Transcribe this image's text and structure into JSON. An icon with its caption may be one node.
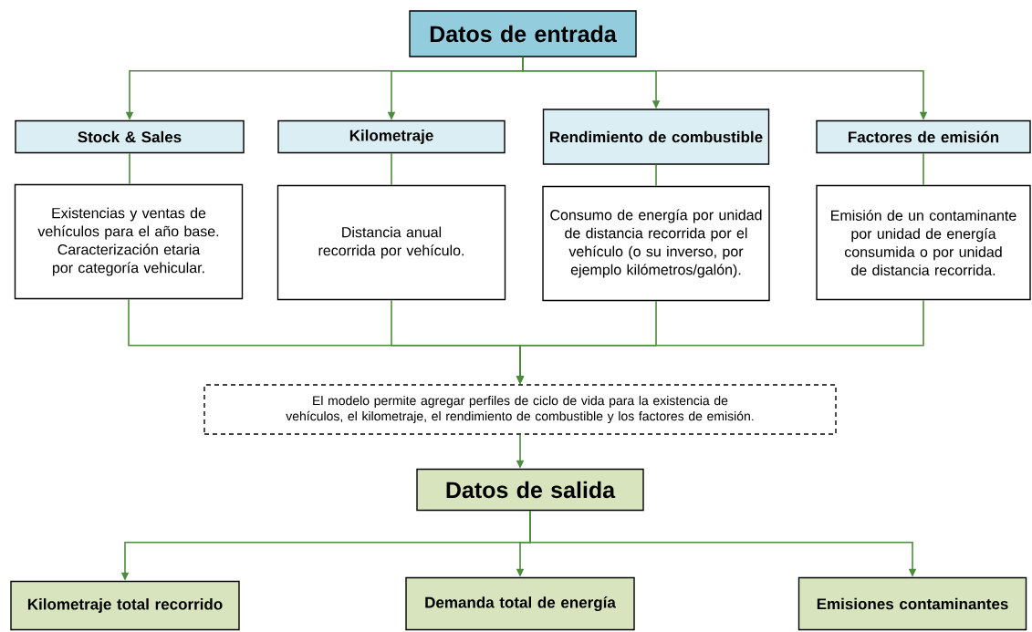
{
  "diagram": {
    "nodes": [
      {
        "text": [
          "Datos de entrada"
        ]
      },
      {
        "text": [
          "Stock & Sales"
        ]
      },
      {
        "text": [
          "Kilometraje"
        ]
      },
      {
        "text": [
          "Rendimiento de combustible"
        ]
      },
      {
        "text": [
          "Factores de emisión"
        ]
      },
      {
        "text": [
          "Existencias y ventas de vehículos para el año base. Caracterización etaria por categoría vehicular."
        ]
      },
      {
        "text": [
          "Distancia anual recorrida por vehículo."
        ]
      },
      {
        "text": [
          "Consumo de energía por unidad de distancia recorrida por el vehículo (o su inverso, por ejemplo kilómetros/galón)."
        ]
      },
      {
        "text": [
          "Emisión de un contaminante por unidad de energía consumida o por unidad de distancia recorrida."
        ]
      },
      {
        "text": [
          "El modelo permite agregar perfiles de ciclo de vida para la existencia de vehículos, el kilometraje, el rendimiento de combustible y los factores de emisión."
        ]
      },
      {
        "text": [
          "Datos de salida"
        ]
      },
      {
        "text": [
          "Kilometraje total recorrido"
        ]
      },
      {
        "text": [
          "Demanda total de energía"
        ]
      },
      {
        "text": [
          "Emisiones contaminantes"
        ]
      }
    ],
    "edges": [
      {
        "from": 0,
        "to": 1,
        "arrow": "to"
      },
      {
        "from": 0,
        "to": 2,
        "arrow": "to"
      },
      {
        "from": 0,
        "to": 3,
        "arrow": "to"
      },
      {
        "from": 0,
        "to": 4,
        "arrow": "to"
      },
      {
        "from": 1,
        "to": 5,
        "arrow": "none"
      },
      {
        "from": 2,
        "to": 6,
        "arrow": "none"
      },
      {
        "from": 3,
        "to": 7,
        "arrow": "none"
      },
      {
        "from": 4,
        "to": 8,
        "arrow": "none"
      },
      {
        "from": 5,
        "to": 9,
        "arrow": "to"
      },
      {
        "from": 6,
        "to": 9,
        "arrow": "to"
      },
      {
        "from": 7,
        "to": 9,
        "arrow": "to"
      },
      {
        "from": 8,
        "to": 9,
        "arrow": "to"
      },
      {
        "from": 9,
        "to": 10,
        "arrow": "to"
      },
      {
        "from": 10,
        "to": 11,
        "arrow": "to"
      },
      {
        "from": 10,
        "to": 12,
        "arrow": "to"
      },
      {
        "from": 10,
        "to": 13,
        "arrow": "to"
      }
    ]
  }
}
